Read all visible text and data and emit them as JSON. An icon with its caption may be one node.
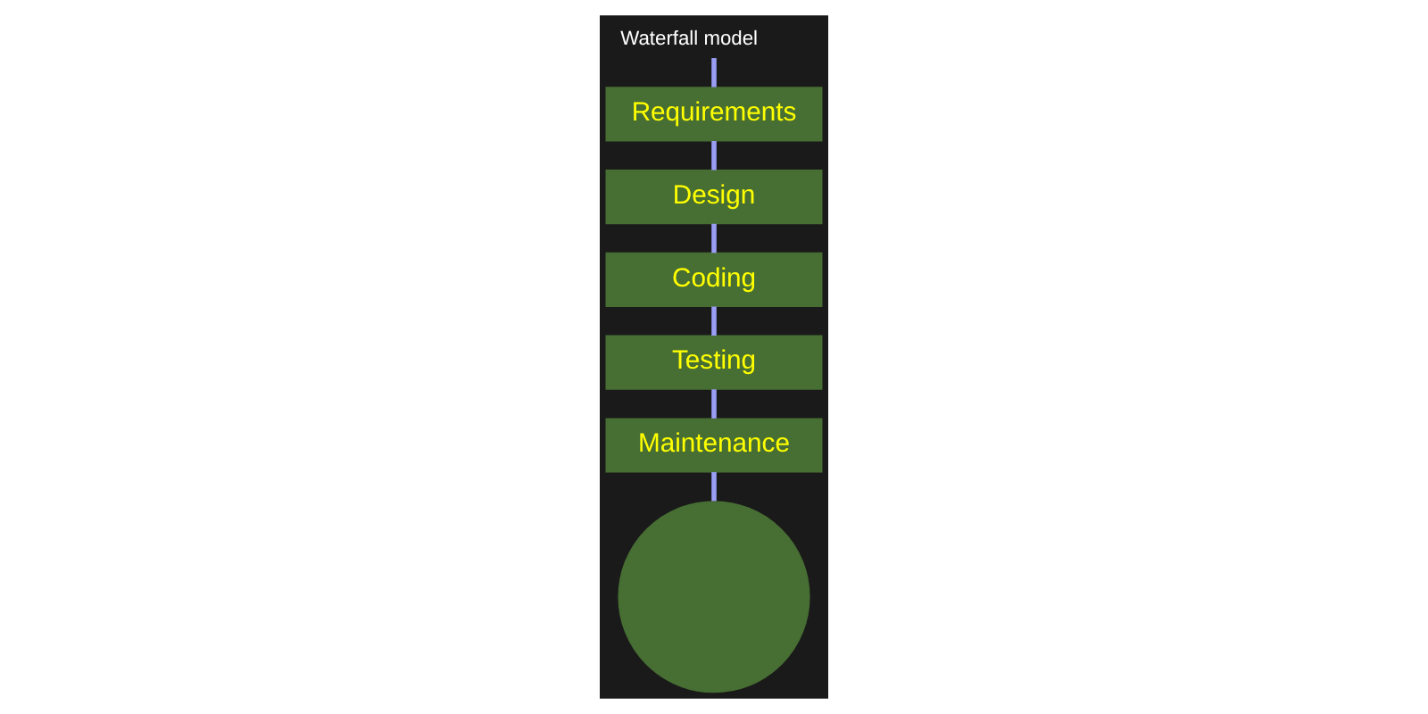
{
  "diagram": {
    "title": "Waterfall model",
    "nodes": [
      {
        "text": [
          "Requirements"
        ]
      },
      {
        "text": [
          "Design"
        ]
      },
      {
        "text": [
          "Coding"
        ]
      },
      {
        "text": [
          "Testing"
        ]
      },
      {
        "text": [
          "Maintenance"
        ]
      },
      {
        "text": [],
        "shape": "circle"
      }
    ],
    "edges": [
      {
        "from": null,
        "to": 0,
        "arrow": "none"
      },
      {
        "from": 0,
        "to": 1,
        "arrow": "none"
      },
      {
        "from": 1,
        "to": 2,
        "arrow": "none"
      },
      {
        "from": 2,
        "to": 3,
        "arrow": "none"
      },
      {
        "from": 3,
        "to": 4,
        "arrow": "none"
      },
      {
        "from": 4,
        "to": 5,
        "arrow": "none"
      }
    ]
  }
}
